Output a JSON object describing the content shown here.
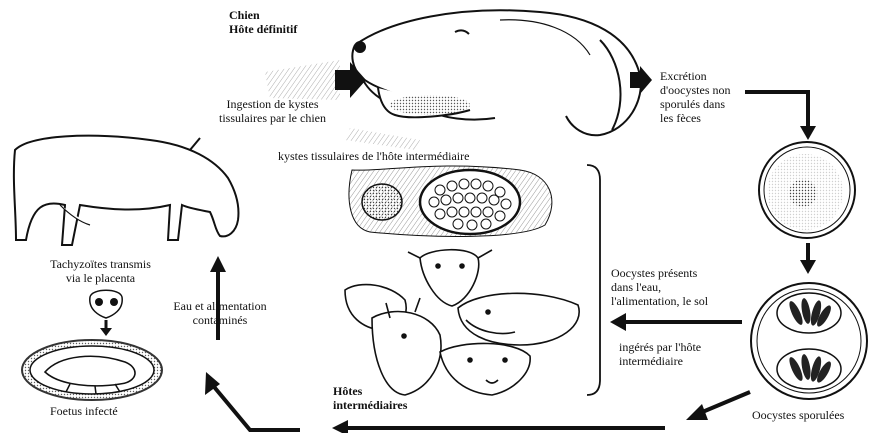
{
  "definitive_host": {
    "name": "Chien",
    "role": "Hôte définitif"
  },
  "labels": {
    "ingestion": [
      "Ingestion de kystes",
      "tissulaires par le chien"
    ],
    "excretion": [
      "Excrétion",
      "d'oocystes non",
      "sporulés dans",
      "les fèces"
    ],
    "tissue_cysts": "kystes tissulaires de l'hôte intermédiaire",
    "oocysts_env": [
      "Oocystes présents",
      "dans l'eau,",
      "l'alimentation, le sol"
    ],
    "ingested": [
      "ingérés par l'hôte",
      "intermédiaire"
    ],
    "sporulated": "Oocystes sporulées",
    "intermediate_hosts": [
      "Hôtes",
      "intermédiaires"
    ],
    "water_food": [
      "Eau et alimentation",
      "contaminés"
    ],
    "tachyzoites": [
      "Tachyzoïtes transmis",
      "via le placenta"
    ],
    "fetus": "Foetus infecté"
  },
  "colors": {
    "ink": "#111111",
    "stipple": "#9a9a9a",
    "background": "#ffffff"
  }
}
